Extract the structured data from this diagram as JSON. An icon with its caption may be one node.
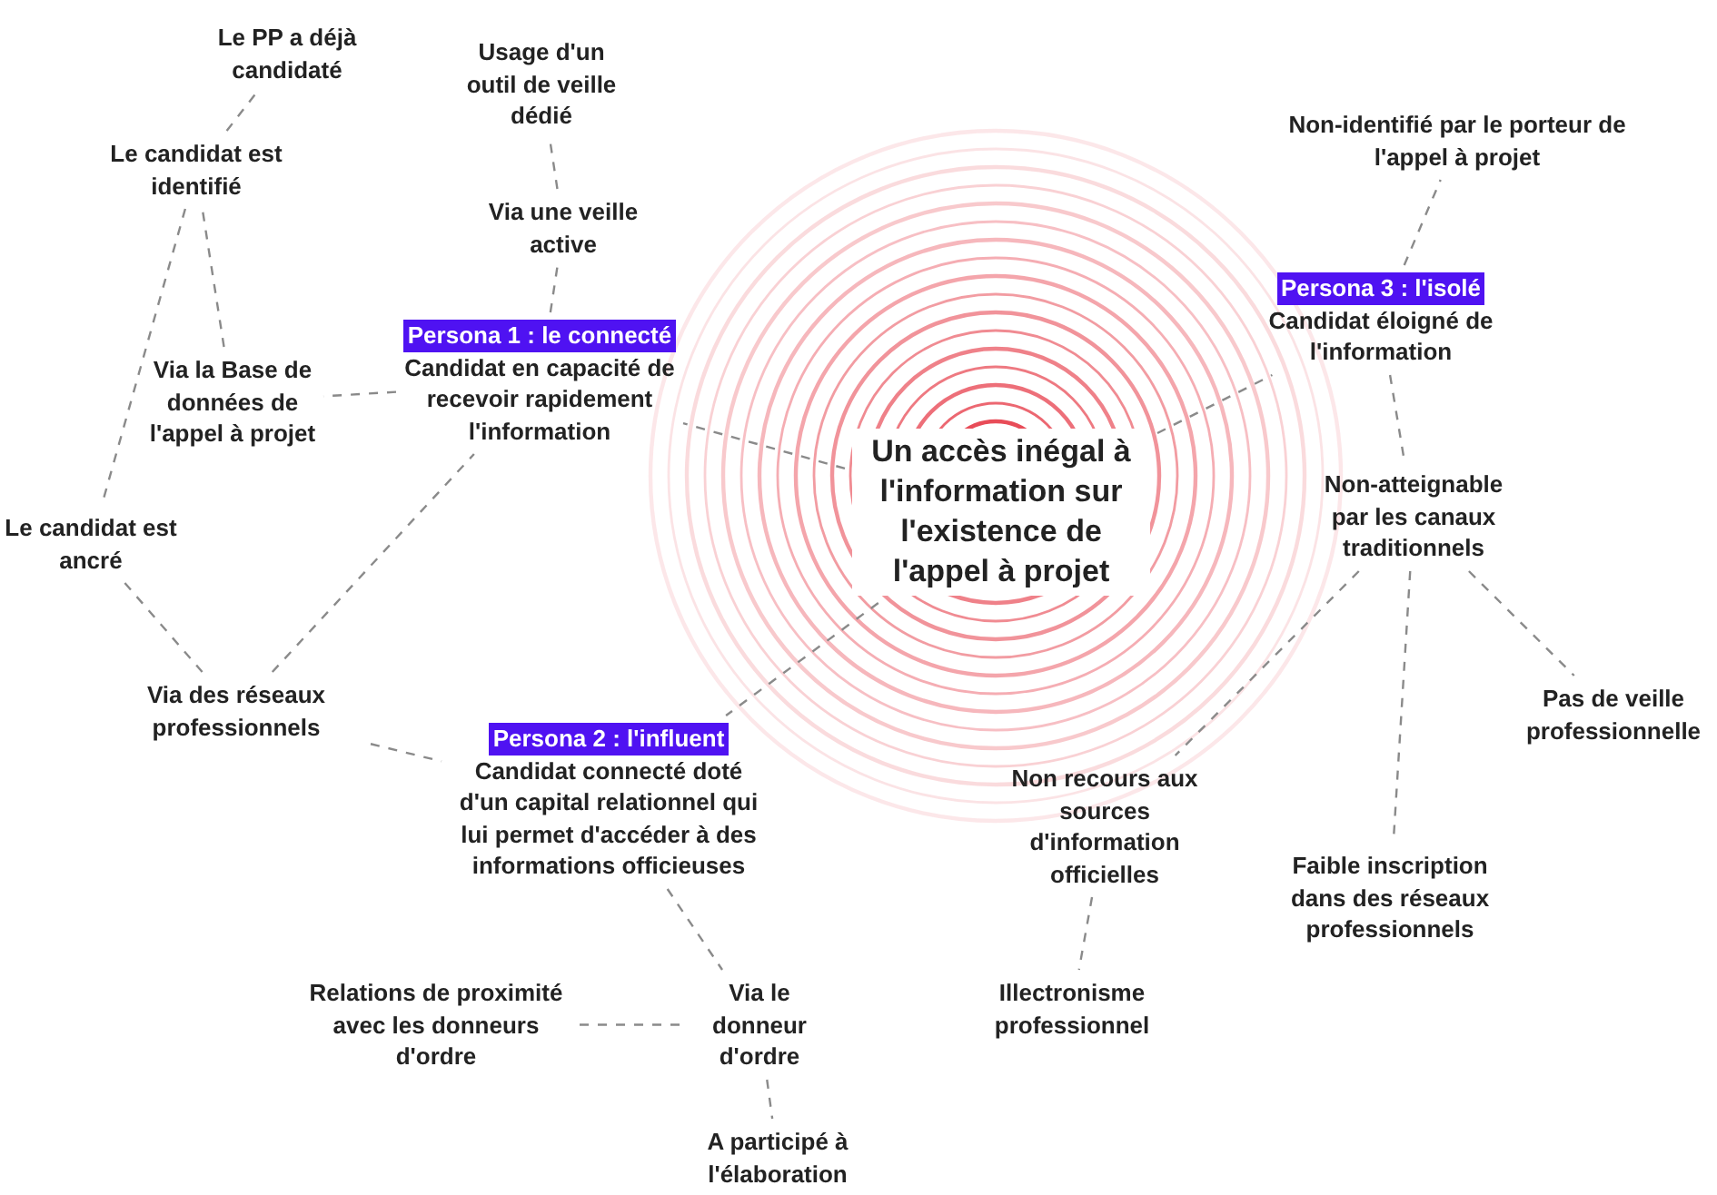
{
  "diagram": {
    "nodes": [
      {
        "text": [
          "Un accès inégal à l'information sur l'existence de l'appel à projet"
        ]
      },
      {
        "text": [
          "Persona 1 : le connecté",
          "Candidat en capacité de recevoir rapidement l'information"
        ]
      },
      {
        "text": [
          "Via une veille active"
        ]
      },
      {
        "text": [
          "Usage d'un outil de veille dédié"
        ]
      },
      {
        "text": [
          "Via la Base de données de l'appel à projet"
        ]
      },
      {
        "text": [
          "Le candidat est identifié"
        ]
      },
      {
        "text": [
          "Le PP a déjà candidaté"
        ]
      },
      {
        "text": [
          "Le candidat est ancré"
        ]
      },
      {
        "text": [
          "Via des réseaux professionnels"
        ]
      },
      {
        "text": [
          "Persona 2 : l'influent",
          "Candidat connecté doté d'un capital relationnel qui lui permet d'accéder à des informations officieuses"
        ]
      },
      {
        "text": [
          "Via le donneur d'ordre"
        ]
      },
      {
        "text": [
          "Relations de proximité avec les donneurs d'ordre"
        ]
      },
      {
        "text": [
          "A participé à l'élaboration"
        ]
      },
      {
        "text": [
          "Persona 3 : l'isolé",
          "Candidat éloigné de l'information"
        ]
      },
      {
        "text": [
          "Non-identifié par le porteur de l'appel à projet"
        ]
      },
      {
        "text": [
          "Non-atteignable par les canaux traditionnels"
        ]
      },
      {
        "text": [
          "Non recours aux sources d'information officielles"
        ]
      },
      {
        "text": [
          "Illectronisme professionnel"
        ]
      },
      {
        "text": [
          "Faible inscription dans des réseaux professionnels"
        ]
      },
      {
        "text": [
          "Pas de veille professionnelle"
        ]
      }
    ],
    "edges": [
      {
        "from": 0,
        "to": 1,
        "arrow": "none"
      },
      {
        "from": 0,
        "to": 9,
        "arrow": "none"
      },
      {
        "from": 0,
        "to": 13,
        "arrow": "none"
      },
      {
        "from": 1,
        "to": 2,
        "arrow": "none"
      },
      {
        "from": 2,
        "to": 3,
        "arrow": "none"
      },
      {
        "from": 1,
        "to": 4,
        "arrow": "none"
      },
      {
        "from": 4,
        "to": 5,
        "arrow": "none"
      },
      {
        "from": 5,
        "to": 6,
        "arrow": "none"
      },
      {
        "from": 5,
        "to": 7,
        "arrow": "none"
      },
      {
        "from": 7,
        "to": 8,
        "arrow": "none"
      },
      {
        "from": 8,
        "to": 1,
        "arrow": "none"
      },
      {
        "from": 8,
        "to": 9,
        "arrow": "none"
      },
      {
        "from": 9,
        "to": 10,
        "arrow": "none"
      },
      {
        "from": 10,
        "to": 11,
        "arrow": "none"
      },
      {
        "from": 10,
        "to": 12,
        "arrow": "none"
      },
      {
        "from": 13,
        "to": 14,
        "arrow": "none"
      },
      {
        "from": 13,
        "to": 15,
        "arrow": "none"
      },
      {
        "from": 15,
        "to": 16,
        "arrow": "none"
      },
      {
        "from": 15,
        "to": 18,
        "arrow": "none"
      },
      {
        "from": 15,
        "to": 19,
        "arrow": "none"
      },
      {
        "from": 16,
        "to": 17,
        "arrow": "none"
      }
    ]
  }
}
